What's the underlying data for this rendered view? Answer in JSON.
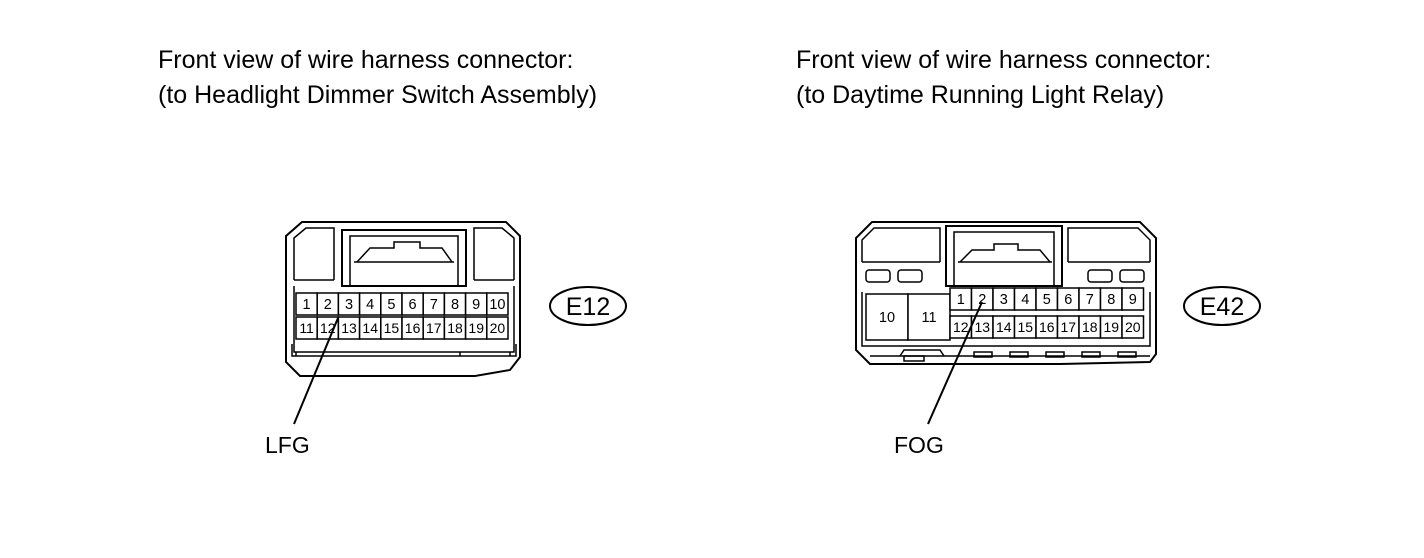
{
  "connectors": [
    {
      "caption_line1": "Front view of wire harness connector:",
      "caption_line2": "(to Headlight Dimmer Switch Assembly)",
      "code": "E12",
      "callout_label": "LFG",
      "callout_pin": "3",
      "pins_row1": [
        "1",
        "2",
        "3",
        "4",
        "5",
        "6",
        "7",
        "8",
        "9",
        "10"
      ],
      "pins_row2": [
        "11",
        "12",
        "13",
        "14",
        "15",
        "16",
        "17",
        "18",
        "19",
        "20"
      ]
    },
    {
      "caption_line1": "Front view of wire harness connector:",
      "caption_line2": "(to Daytime Running Light Relay)",
      "code": "E42",
      "callout_label": "FOG",
      "callout_pin": "2",
      "pins_large": [
        "10",
        "11"
      ],
      "pins_row1": [
        "1",
        "2",
        "3",
        "4",
        "5",
        "6",
        "7",
        "8",
        "9"
      ],
      "pins_row2": [
        "12",
        "13",
        "14",
        "15",
        "16",
        "17",
        "18",
        "19",
        "20"
      ]
    }
  ]
}
